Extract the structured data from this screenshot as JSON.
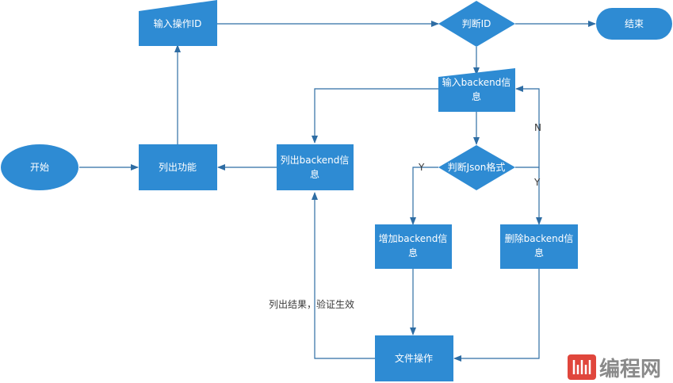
{
  "nodes": {
    "start": "开始",
    "list_functions": "列出功能",
    "input_id": "输入操作ID",
    "judge_id": "判断ID",
    "end": "结束",
    "input_backend_line1": "输入backend信",
    "input_backend_line2": "息",
    "list_backend_line1": "列出backend信",
    "list_backend_line2": "息",
    "judge_json": "判断Json格式",
    "add_backend_line1": "增加backend信",
    "add_backend_line2": "息",
    "delete_backend_line1": "删除backend信",
    "delete_backend_line2": "息",
    "file_operation": "文件操作"
  },
  "edge_labels": {
    "json_yes_left": "Y",
    "json_no": "N",
    "json_yes_right": "Y",
    "verify": "列出结果，验证生效"
  },
  "watermark": {
    "logo_text": "编程网"
  },
  "colors": {
    "node_fill": "#2e8bd3",
    "line": "#2e6da4",
    "watermark_red": "#e0463c"
  }
}
